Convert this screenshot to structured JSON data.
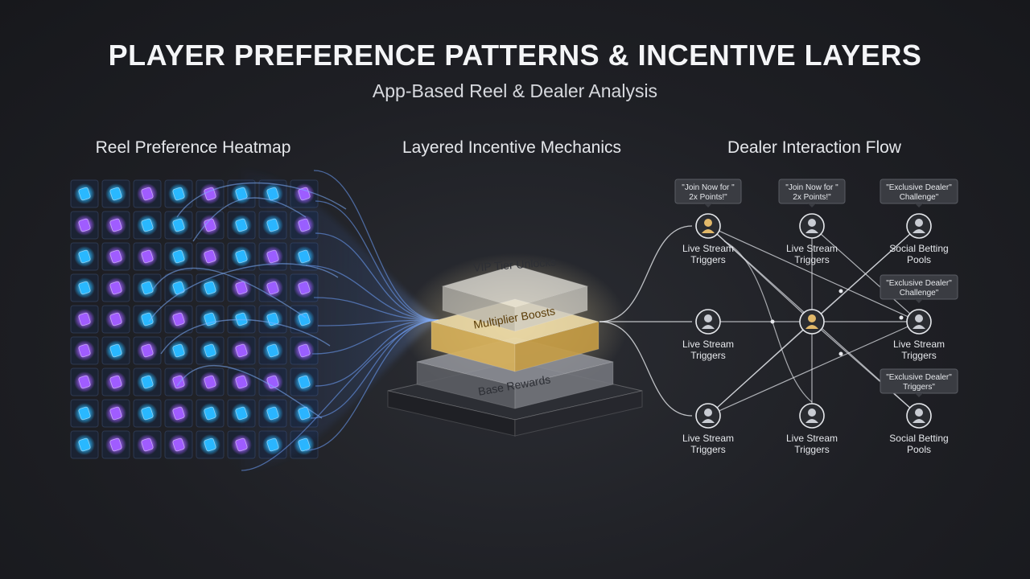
{
  "header": {
    "title": "PLAYER PREFERENCE PATTERNS & INCENTIVE LAYERS",
    "subtitle": "App-Based Reel & Dealer Analysis"
  },
  "sections": {
    "heatmap": "Reel Preference Heatmap",
    "incentives": "Layered Incentive Mechanics",
    "dealer": "Dealer Interaction Flow"
  },
  "heatmap": {
    "colors": {
      "cyan": "#29b8ff",
      "purple": "#a05cff"
    },
    "cells": [
      [
        "cyan",
        "cyan",
        "purple",
        "cyan",
        "purple",
        "cyan",
        "cyan",
        "purple"
      ],
      [
        "purple",
        "purple",
        "cyan",
        "cyan",
        "purple",
        "cyan",
        "cyan",
        "purple"
      ],
      [
        "cyan",
        "purple",
        "purple",
        "cyan",
        "purple",
        "cyan",
        "purple",
        "cyan"
      ],
      [
        "cyan",
        "purple",
        "cyan",
        "cyan",
        "cyan",
        "purple",
        "purple",
        "purple"
      ],
      [
        "purple",
        "purple",
        "cyan",
        "purple",
        "cyan",
        "cyan",
        "cyan",
        "cyan"
      ],
      [
        "purple",
        "cyan",
        "purple",
        "cyan",
        "cyan",
        "purple",
        "cyan",
        "purple"
      ],
      [
        "purple",
        "purple",
        "cyan",
        "purple",
        "purple",
        "purple",
        "purple",
        "cyan"
      ],
      [
        "cyan",
        "purple",
        "cyan",
        "purple",
        "cyan",
        "cyan",
        "cyan",
        "cyan"
      ],
      [
        "cyan",
        "purple",
        "purple",
        "purple",
        "cyan",
        "purple",
        "cyan",
        "cyan"
      ]
    ]
  },
  "stack": {
    "layers": [
      {
        "label": "VIP Tier Unlocks",
        "color": "#d8d6cf"
      },
      {
        "label": "Multiplier Boosts",
        "color": "#e2b24a"
      },
      {
        "label": "Base Rewards",
        "color": "#8d8f96"
      }
    ]
  },
  "dealer": {
    "nodes": [
      {
        "id": "n1",
        "label1": "Live Stream",
        "label2": "Triggers",
        "highlight": true
      },
      {
        "id": "n2",
        "label1": "Live Stream",
        "label2": "Triggers",
        "highlight": false
      },
      {
        "id": "n3",
        "label1": "Social Betting",
        "label2": "Pools",
        "highlight": false
      },
      {
        "id": "n4",
        "label1": "Live Stream",
        "label2": "Triggers",
        "highlight": false
      },
      {
        "id": "hub",
        "label1": "",
        "label2": "",
        "highlight": true
      },
      {
        "id": "n6",
        "label1": "Live Stream",
        "label2": "Triggers",
        "highlight": false
      },
      {
        "id": "n7",
        "label1": "Live Stream",
        "label2": "Triggers",
        "highlight": false
      },
      {
        "id": "n8",
        "label1": "Live Stream",
        "label2": "Triggers",
        "highlight": false
      },
      {
        "id": "n9",
        "label1": "Social Betting",
        "label2": "Pools",
        "highlight": false
      }
    ],
    "callouts": [
      {
        "line1": "\"Join Now for \"",
        "line2": "2x Points!\""
      },
      {
        "line1": "\"Join Now for \"",
        "line2": "2x Points!\""
      },
      {
        "line1": "\"Exclusive Dealer\"",
        "line2": "Challenge\""
      },
      {
        "line1": "\"Exclusive Dealer\"",
        "line2": "Challenge\""
      },
      {
        "line1": "\"Exclusive Dealer\"",
        "line2": "Triggers\""
      }
    ],
    "colors": {
      "highlight": "#e2b96a",
      "normal": "#c9ccd3"
    }
  }
}
